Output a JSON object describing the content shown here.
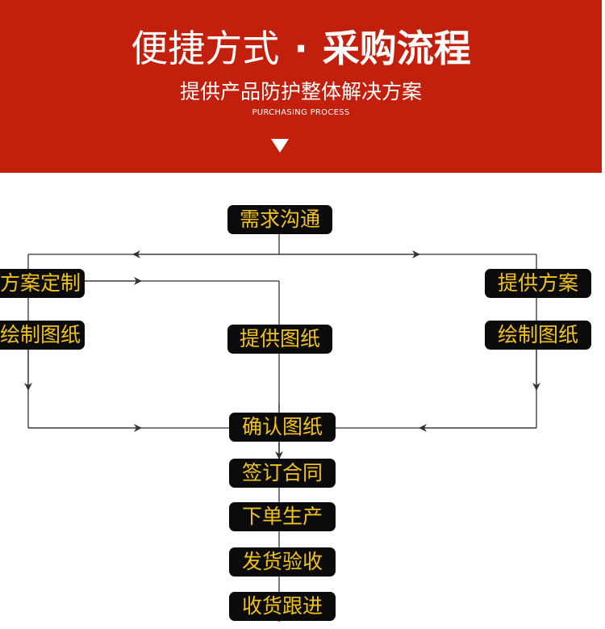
{
  "header": {
    "title_light": "便捷方式",
    "title_dot": "·",
    "title_bold": "采购流程",
    "subtitle": "提供产品防护整体解决方案",
    "subtitle_en": "PURCHASING PROCESS",
    "arrow_icon": "triangle-down-icon"
  },
  "colors": {
    "banner_bg": "#c2200d",
    "node_bg": "#0b0b0b",
    "node_text": "#f2c21b",
    "line": "#333333"
  },
  "flow": {
    "start": "需求沟通",
    "left": [
      "方案定制",
      "绘制图纸"
    ],
    "center": "提供图纸",
    "right": [
      "提供方案",
      "绘制图纸"
    ],
    "confirm": "确认图纸",
    "steps": [
      "签订合同",
      "下单生产",
      "发货验收",
      "收货跟进"
    ]
  }
}
